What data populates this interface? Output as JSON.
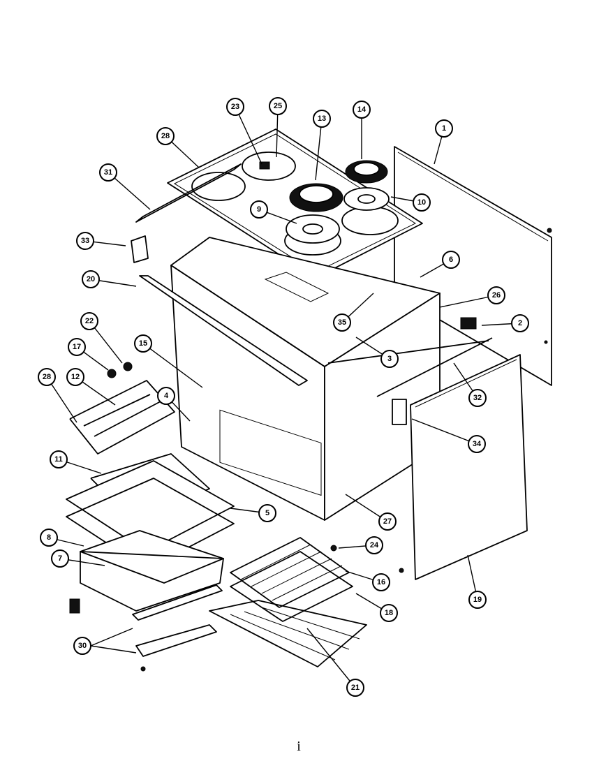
{
  "page_mark": "i",
  "callouts": [
    {
      "id": "c1",
      "label": "1"
    },
    {
      "id": "c2",
      "label": "2"
    },
    {
      "id": "c3",
      "label": "3"
    },
    {
      "id": "c4",
      "label": "4"
    },
    {
      "id": "c5",
      "label": "5"
    },
    {
      "id": "c6",
      "label": "6"
    },
    {
      "id": "c7",
      "label": "7"
    },
    {
      "id": "c8",
      "label": "8"
    },
    {
      "id": "c9",
      "label": "9"
    },
    {
      "id": "c10",
      "label": "10"
    },
    {
      "id": "c11",
      "label": "11"
    },
    {
      "id": "c12",
      "label": "12"
    },
    {
      "id": "c13",
      "label": "13"
    },
    {
      "id": "c14",
      "label": "14"
    },
    {
      "id": "c15",
      "label": "15"
    },
    {
      "id": "c16",
      "label": "16"
    },
    {
      "id": "c17",
      "label": "17"
    },
    {
      "id": "c18",
      "label": "18"
    },
    {
      "id": "c19",
      "label": "19"
    },
    {
      "id": "c20",
      "label": "20"
    },
    {
      "id": "c21",
      "label": "21"
    },
    {
      "id": "c22",
      "label": "22"
    },
    {
      "id": "c23",
      "label": "23"
    },
    {
      "id": "c24",
      "label": "24"
    },
    {
      "id": "c25",
      "label": "25"
    },
    {
      "id": "c26",
      "label": "26"
    },
    {
      "id": "c27",
      "label": "27"
    },
    {
      "id": "c28",
      "label": "28"
    },
    {
      "id": "c28b",
      "label": "28"
    },
    {
      "id": "c30",
      "label": "30"
    },
    {
      "id": "c31",
      "label": "31"
    },
    {
      "id": "c32",
      "label": "32"
    },
    {
      "id": "c33",
      "label": "33"
    },
    {
      "id": "c34",
      "label": "34"
    },
    {
      "id": "c35",
      "label": "35"
    }
  ]
}
